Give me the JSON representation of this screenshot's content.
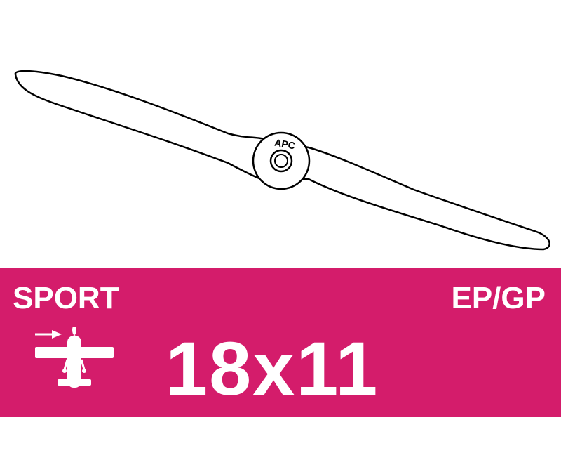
{
  "propeller": {
    "logo_text": "APC",
    "outline_color": "#000000"
  },
  "banner": {
    "color": "#d41c6b",
    "category": "SPORT",
    "fuel_type": "EP/GP",
    "icon": "airplane-icon",
    "size": "18x11"
  }
}
